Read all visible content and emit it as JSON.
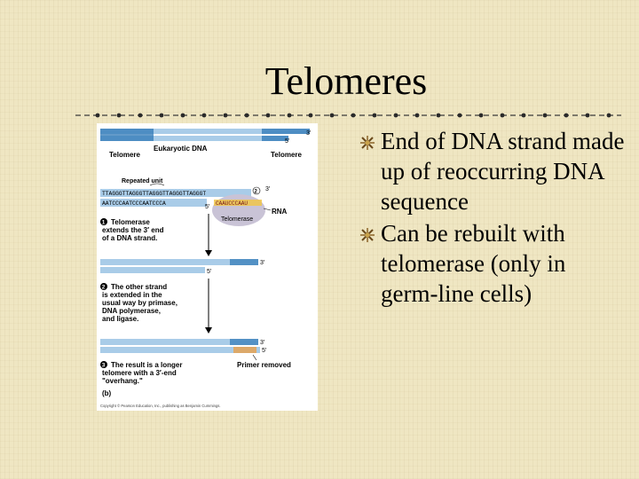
{
  "slide": {
    "title": "Telomeres",
    "bullets": [
      {
        "text": "End of DNA strand made up of reoccurring DNA sequence",
        "icon": "pushpin-icon"
      },
      {
        "text": "Can be rebuilt with telomerase (only in germ-line cells)",
        "icon": "pushpin-icon"
      }
    ]
  },
  "figure": {
    "labels": {
      "telomere_left": "Telomere",
      "eukaryotic_dna": "Eukaryotic DNA",
      "telomere_right": "Telomere",
      "repeated_unit": "Repeated unit",
      "three_prime": "3′",
      "five_prime": "5′",
      "sequence_top": "TTAGGGTTAGGGTTAGGGTTAGGGTTAGGGT",
      "sequence_bottom": "AATCCCAATCCCAATCCCA",
      "rna_template": "CAAUCCCAAU",
      "telomerase": "Telomerase",
      "rna": "RNA",
      "step1_number": "1",
      "step1_line1": "Telomerase",
      "step1_line2": "extends the 3′ end",
      "step1_line3": "of a DNA strand.",
      "step2_number": "2",
      "step2_line1": "The other strand",
      "step2_line2": "is extended in the",
      "step2_line3": "usual way by primase,",
      "step2_line4": "DNA polymerase,",
      "step2_line5": "and ligase.",
      "step3_number": "3",
      "step3_line1": "The result is a longer",
      "step3_line2": "telomere with a 3′-end",
      "step3_line3": "\"overhang.\"",
      "primer_removed": "Primer removed",
      "panel_b": "(b)",
      "copyright": "Copyright © Pearson Education, Inc., publishing as Benjamin Cummings."
    },
    "colors": {
      "strand_light": "#a9cce8",
      "strand_dark": "#2f78b7",
      "telomerase": "#c9c3d6"
    }
  }
}
